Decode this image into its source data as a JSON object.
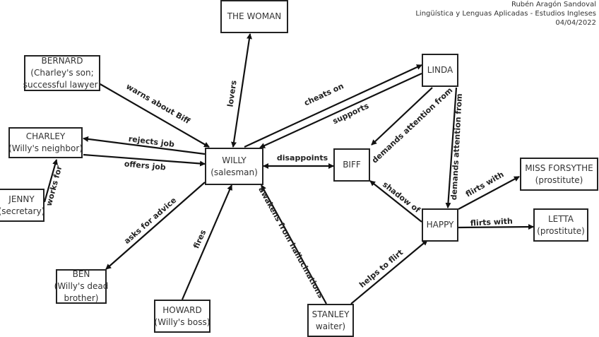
{
  "header": {
    "author": "Rubén Aragón Sandoval",
    "course": "Lingüística y Lenguas Aplicadas - Estudios Ingleses",
    "date": "04/04/2022"
  },
  "nodes": {
    "willy": [
      "WILLY",
      "(salesman)"
    ],
    "woman": [
      "THE WOMAN"
    ],
    "bernard": [
      "BERNARD",
      "(Charley's son;",
      "successful lawyer)"
    ],
    "charley": [
      "CHARLEY",
      "(Willy's neighbor)"
    ],
    "jenny": [
      "JENNY",
      "(secretary)"
    ],
    "ben": [
      "BEN",
      "(Willy's dead",
      "brother)"
    ],
    "howard": [
      "HOWARD",
      "(Willy's boss)"
    ],
    "stanley": [
      "STANLEY",
      "waiter)"
    ],
    "linda": [
      "LINDA"
    ],
    "biff": [
      "BIFF"
    ],
    "happy": [
      "HAPPY"
    ],
    "forsythe": [
      "MISS FORSYTHE",
      "(prostitute)"
    ],
    "letta": [
      "LETTA",
      "(prostitute)"
    ]
  },
  "edges": [
    {
      "from": "bernard",
      "to": "willy",
      "label": "warns about Biff"
    },
    {
      "from": "willy",
      "to": "charley",
      "label": "rejects job"
    },
    {
      "from": "charley",
      "to": "willy",
      "label": "offers job"
    },
    {
      "from": "jenny",
      "to": "charley",
      "label": "works for"
    },
    {
      "from": "willy",
      "to": "woman",
      "label": "lovers",
      "bidirectional": true
    },
    {
      "from": "willy",
      "to": "linda",
      "label": "cheats on"
    },
    {
      "from": "linda",
      "to": "willy",
      "label": "supports"
    },
    {
      "from": "willy",
      "to": "biff",
      "label": "disappoints",
      "bidirectional": true
    },
    {
      "from": "linda",
      "to": "biff",
      "label": "demands attention from"
    },
    {
      "from": "linda",
      "to": "happy",
      "label": "demands attention from"
    },
    {
      "from": "happy",
      "to": "biff",
      "label": "shadow of"
    },
    {
      "from": "happy",
      "to": "forsythe",
      "label": "flirts with"
    },
    {
      "from": "happy",
      "to": "letta",
      "label": "flirts with"
    },
    {
      "from": "willy",
      "to": "ben",
      "label": "asks for advice"
    },
    {
      "from": "howard",
      "to": "willy",
      "label": "fires"
    },
    {
      "from": "stanley",
      "to": "willy",
      "label": "awakens from hallucinations"
    },
    {
      "from": "stanley",
      "to": "happy",
      "label": "helps to flirt"
    }
  ]
}
